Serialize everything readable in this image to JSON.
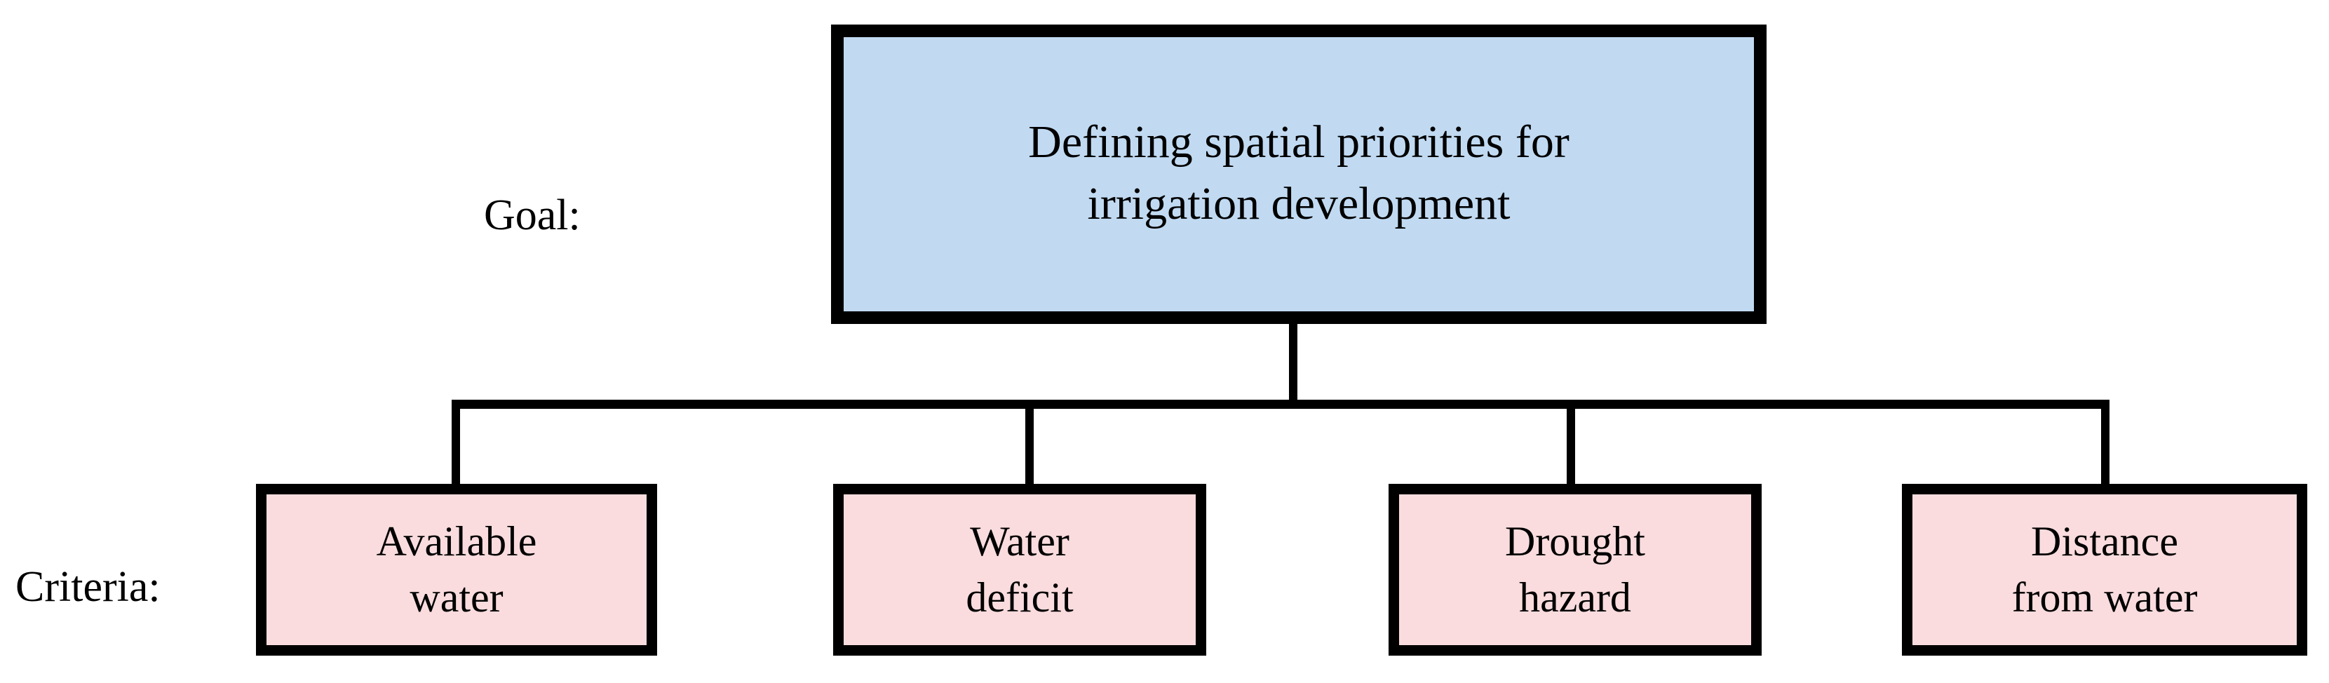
{
  "diagram": {
    "title": "Defining spatial priorities for irrigation development",
    "type": "hierarchy",
    "background_color": "#ffffff",
    "line_color": "#000000"
  },
  "rows": {
    "goal": {
      "label": "Goal:",
      "node": {
        "text": "Defining spatial priorities for\nirrigation development",
        "fill_color": "#c1daf2",
        "border_color": "#000000"
      }
    },
    "criteria": {
      "label": "Criteria:",
      "nodes": [
        {
          "text": "Available\nwater",
          "fill_color": "#fadcde",
          "border_color": "#000000"
        },
        {
          "text": "Water\ndeficit",
          "fill_color": "#fadcde",
          "border_color": "#000000"
        },
        {
          "text": "Drought\nhazard",
          "fill_color": "#fadcde",
          "border_color": "#000000"
        },
        {
          "text": "Distance\nfrom water",
          "fill_color": "#fadcde",
          "border_color": "#000000"
        }
      ]
    }
  }
}
